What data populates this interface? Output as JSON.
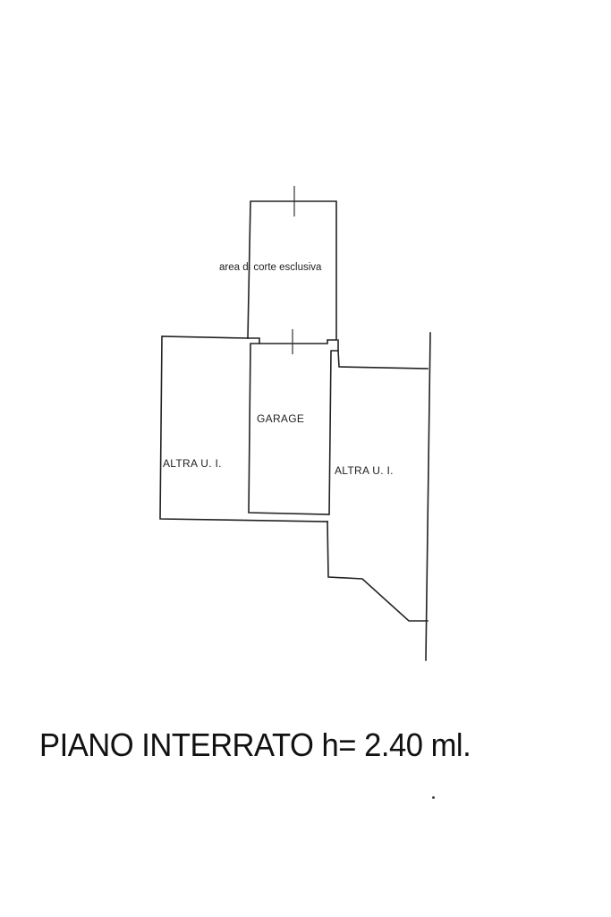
{
  "plan": {
    "rooms": {
      "courtyard": "area di corte esclusiva",
      "garage": "GARAGE",
      "other_unit_left": "ALTRA U. I.",
      "other_unit_right": "ALTRA U. I."
    }
  },
  "caption": {
    "title": "PIANO INTERRATO h= 2.40 ml."
  },
  "colors": {
    "line": "#222222",
    "background": "#ffffff"
  }
}
